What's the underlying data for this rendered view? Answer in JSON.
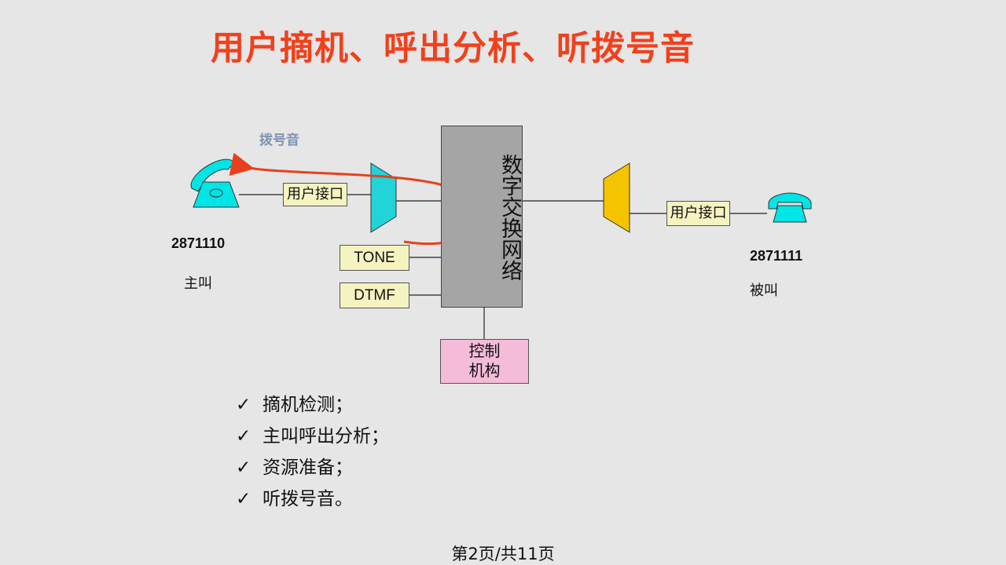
{
  "title": "用户摘机、呼出分析、听拨号音",
  "diagram": {
    "dial_tone_label": "拨号音",
    "left_interface_label": "用户接口",
    "right_interface_label": "用户接口",
    "tone_label": "TONE",
    "dtmf_label": "DTMF",
    "switch_label": "数字交换网络",
    "control_line1": "控制",
    "control_line2": "机构",
    "caller_number": "2871110",
    "caller_role": "主叫",
    "callee_number": "2871111",
    "callee_role": "被叫",
    "colors": {
      "title": "#f2401c",
      "phone": "#00e5e5",
      "left_concentrator": "#22d3d8",
      "right_concentrator": "#f5c400",
      "signal_path": "#e8401c",
      "switch_fill": "#a5a5a5",
      "control_fill": "#f4bcd8",
      "interface_fill": "#f5f3c0"
    },
    "icons": [
      "telephone-icon",
      "telephone-icon"
    ]
  },
  "checklist": {
    "mark": "✓",
    "items": [
      "摘机检测；",
      "主叫呼出分析；",
      "资源准备；",
      "听拨号音。"
    ]
  },
  "footer": "第2页/共11页"
}
